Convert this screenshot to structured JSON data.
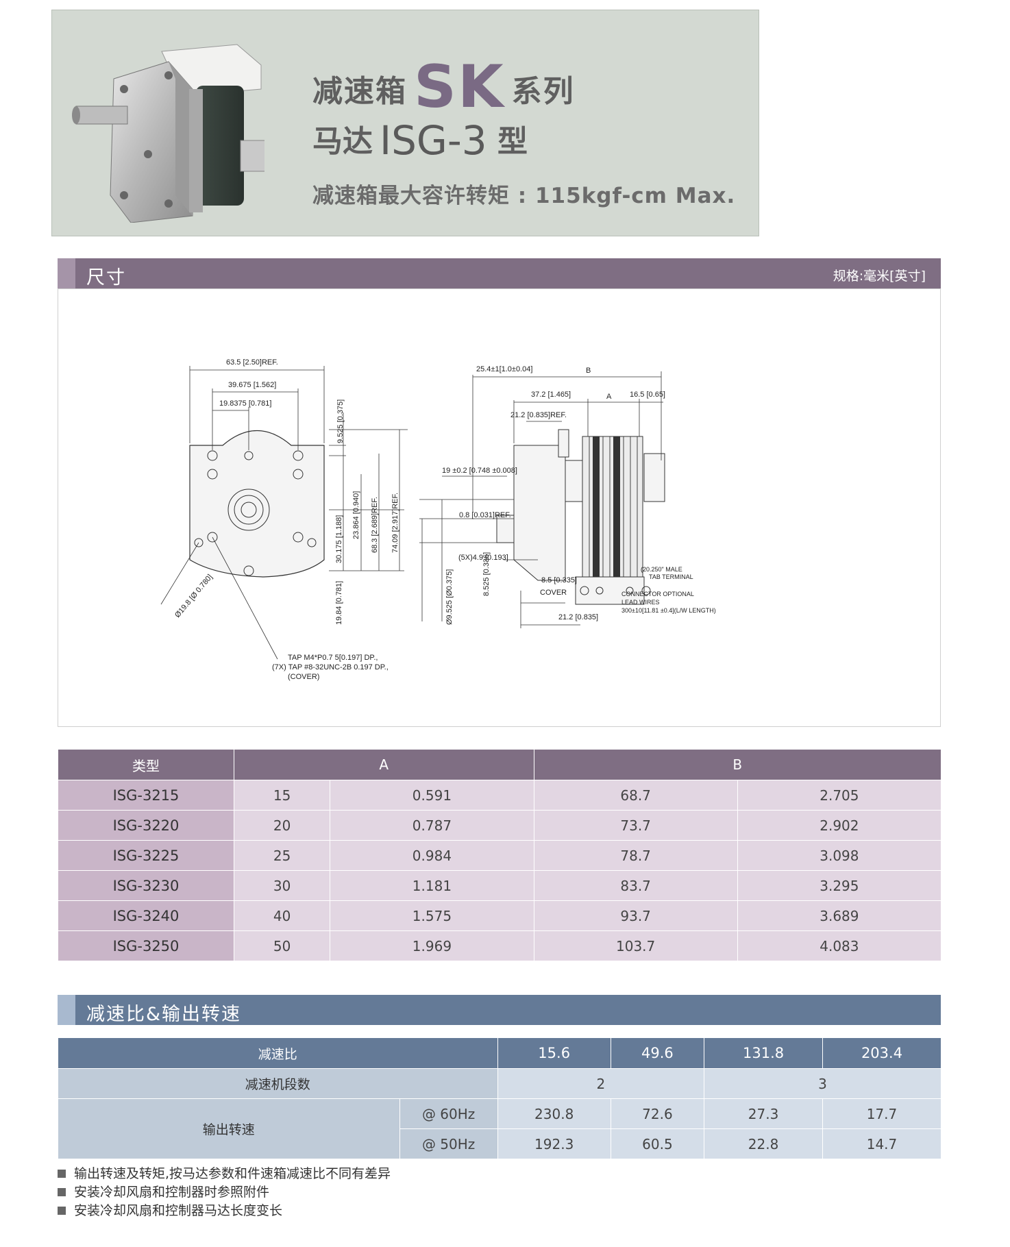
{
  "header": {
    "title_prefix": "减速箱",
    "title_series": "SK",
    "title_suffix": "系列",
    "motor_prefix": "马达",
    "motor_model": "ISG-3",
    "motor_suffix": "型",
    "torque_text": "减速箱最大容许转矩 : 115kgf-cm Max."
  },
  "dimensions_section": {
    "title": "尺寸",
    "unit": "规格:毫米[英寸]"
  },
  "drawing_labels": {
    "d1": "63.5 [2.50]REF.",
    "d2": "39.675 [1.562]",
    "d3": "19.8375 [0.781]",
    "d4": "9.525 [0.375]",
    "d5": "30.175 [1.188]",
    "d6": "23.864 [0.940]",
    "d7": "68.3 [2.689]REF.",
    "d8": "74.09 [2.917]REF.",
    "d9": "19.84 [0.781]",
    "d10": "Ø19.8 [Ø 0.780]",
    "tap1": "TAP M4*P0.7  5[0.197] DP.,",
    "tap2": "(7X) TAP #8-32UNC-2B 0.197 DP.,",
    "tap3": "(COVER)",
    "s1": "25.4±1[1.0±0.04]",
    "s2": "B",
    "s3": "37.2 [1.465]",
    "s4": "A",
    "s5": "16.5 [0.65]",
    "s6": "21.2 [0.835]REF.",
    "s7": "19 ±0.2 [0.748 ±0.008]",
    "s8": "0.8 [0.031]REF.",
    "s9": "(5X)4.9 [0.193]",
    "s10": "8.5 [0.335]",
    "s11": "COVER",
    "s12": "21.2 [0.835]",
    "s13": "Ø9.525 [Ø0.375]",
    "s14": "8.525 [0.336]",
    "c1": "(20.250\" MALE",
    "c2": "TAB TERMINAL",
    "c3": "CONNECTOR OPTIONAL",
    "c4": "LEAD WIRES",
    "c5": "300±10[11.81 ±0.4](L/W LENGTH)"
  },
  "dim_table": {
    "headers": [
      "类型",
      "A",
      "B"
    ],
    "rows": [
      [
        "ISG-3215",
        "15",
        "0.591",
        "68.7",
        "2.705"
      ],
      [
        "ISG-3220",
        "20",
        "0.787",
        "73.7",
        "2.902"
      ],
      [
        "ISG-3225",
        "25",
        "0.984",
        "78.7",
        "3.098"
      ],
      [
        "ISG-3230",
        "30",
        "1.181",
        "83.7",
        "3.295"
      ],
      [
        "ISG-3240",
        "40",
        "1.575",
        "93.7",
        "3.689"
      ],
      [
        "ISG-3250",
        "50",
        "1.969",
        "103.7",
        "4.083"
      ]
    ]
  },
  "ratio_section": {
    "title": "减速比&输出转速"
  },
  "ratio_table": {
    "ratio_label": "减速比",
    "ratios": [
      "15.6",
      "49.6",
      "131.8",
      "203.4"
    ],
    "stages_label": "减速机段数",
    "stages": [
      "2",
      "3"
    ],
    "speed_label": "输出转速",
    "hz60_label": "@ 60Hz",
    "hz60": [
      "230.8",
      "72.6",
      "27.3",
      "17.7"
    ],
    "hz50_label": "@ 50Hz",
    "hz50": [
      "192.3",
      "60.5",
      "22.8",
      "14.7"
    ]
  },
  "notes": [
    "输出转速及转矩,按马达参数和件速箱减速比不同有差异",
    "安装冷却风扇和控制器时参照附件",
    "安装冷却风扇和控制器马达长度变长"
  ]
}
